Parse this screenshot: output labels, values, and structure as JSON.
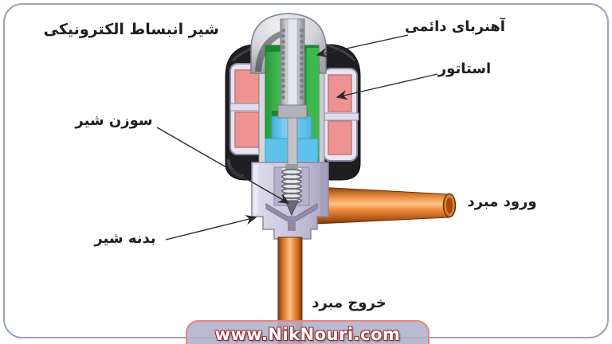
{
  "figure": {
    "title": "شیر انبساط الکترونیکی",
    "labels": {
      "permanent_magnet": "آهنربای دائمی",
      "stator": "استاتور",
      "valve_needle": "سوزن شیر",
      "valve_body": "بدنه شیر",
      "refrigerant_inlet": "ورود مبرد",
      "refrigerant_outlet": "خروج مبرد"
    }
  },
  "watermark": {
    "text": "www.NikNouri.com"
  },
  "colors": {
    "frame_border": "#9aa4b8",
    "stator_housing_black": "#1f1f21",
    "coil_pink": "#f09292",
    "rotor_green": "#3cb94c",
    "bushing_blue": "#5ec2ea",
    "valve_body_lavender": "#cdc9df",
    "pipe_orange": "#f39a52",
    "dome_silver": "#d7d8dd",
    "watermark_bar": "#b1b0c9",
    "watermark_border": "#e28686",
    "label_text": "#221d1c"
  }
}
